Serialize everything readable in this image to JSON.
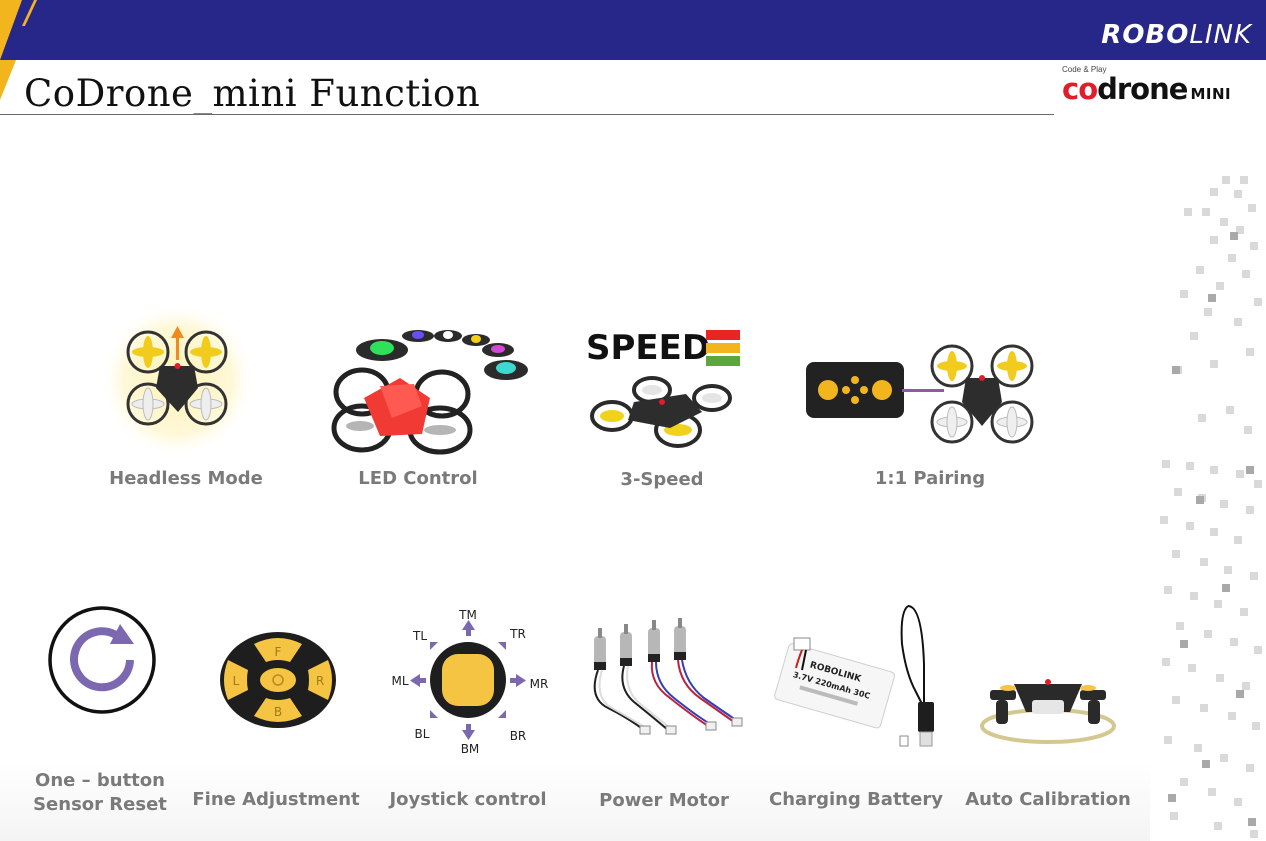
{
  "header": {
    "brand_bold": "ROBO",
    "brand_light": "LINK",
    "title": "CoDrone_mini Function"
  },
  "logo": {
    "tagline": "Code & Play",
    "co": "co",
    "drone": "drone",
    "mini": "MINI"
  },
  "speed_badge": {
    "text": "SPEED"
  },
  "features_row1": [
    {
      "label": "Headless Mode"
    },
    {
      "label": "LED Control"
    },
    {
      "label": "3-Speed"
    },
    {
      "label": "1:1 Pairing"
    }
  ],
  "features_row2": [
    {
      "label_line1": "One – button",
      "label_line2": "Sensor Reset"
    },
    {
      "label": "Fine Adjustment"
    },
    {
      "label": "Joystick control"
    },
    {
      "label": "Power Motor"
    },
    {
      "label": "Charging Battery"
    },
    {
      "label": "Auto Calibration"
    }
  ],
  "dpad": {
    "up": "F",
    "down": "B",
    "left": "L",
    "right": "R"
  },
  "joystick": {
    "tm": "TM",
    "tl": "TL",
    "tr": "TR",
    "ml": "ML",
    "mr": "MR",
    "bl": "BL",
    "bm": "BM",
    "br": "BR"
  },
  "battery": {
    "brand": "ROBOLINK",
    "spec": "3.7V 220mAh 30C"
  },
  "colors": {
    "header_bg": "#27278a",
    "accent_yellow": "#f2b51d",
    "logo_red": "#e21c2a",
    "arrow_purple": "#7b68b0",
    "label_gray": "#7a7a7a"
  }
}
